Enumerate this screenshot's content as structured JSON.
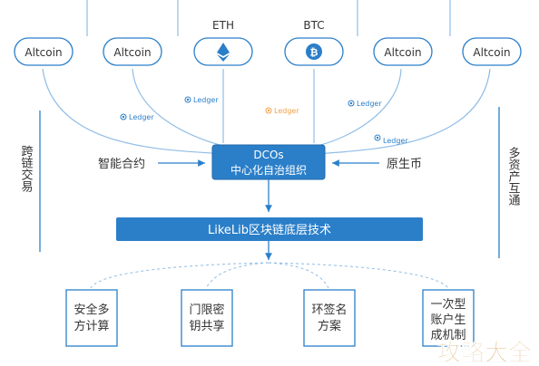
{
  "top_nodes": [
    {
      "label": "Altcoin",
      "icon": "none"
    },
    {
      "label": "Altcoin",
      "icon": "none"
    },
    {
      "label": "ETH",
      "icon": "ethereum-icon"
    },
    {
      "label": "BTC",
      "icon": "bitcoin-icon"
    },
    {
      "label": "Altcoin",
      "icon": "none"
    },
    {
      "label": "Altcoin",
      "icon": "none"
    }
  ],
  "ledgers": [
    {
      "label": "Ledger",
      "highlight": false
    },
    {
      "label": "Ledger",
      "highlight": false
    },
    {
      "label": "Ledger",
      "highlight": true
    },
    {
      "label": "Ledger",
      "highlight": false
    },
    {
      "label": "Ledger",
      "highlight": false
    }
  ],
  "side_left": "跨链交易",
  "side_right": "多资产互通",
  "input_left": "智能合约",
  "input_right": "原生币",
  "center": {
    "line1": "DCOs",
    "line2": "中心化自治组织"
  },
  "banner": "LikeLib区块链底层技术",
  "bottom_nodes": [
    {
      "line1": "安全多",
      "line2": "方计算"
    },
    {
      "line1": "门限密",
      "line2": "钥共享"
    },
    {
      "line1": "环签名",
      "line2": "方案"
    },
    {
      "line1": "一次型",
      "line2": "账户生",
      "line3": "成机制"
    }
  ],
  "watermark": "攻略大全",
  "colors": {
    "primary": "#2b7fc9",
    "light_line": "#8fbde6",
    "ledger_highlight": "#f0a04a",
    "text": "#333333",
    "watermark": "#d6a35c"
  }
}
